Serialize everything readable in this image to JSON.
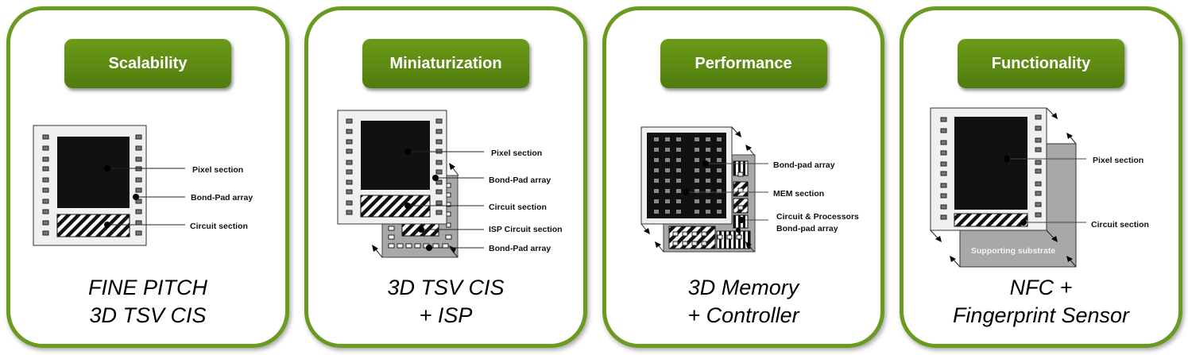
{
  "colors": {
    "border_green": "#6a9a1f",
    "tag_green_top": "#6c9a18",
    "tag_green_bottom": "#4f7d0e",
    "die_dark": "#111111",
    "substrate_gray": "#a8a8a8",
    "frame_light": "#f0f0f0"
  },
  "panels": [
    {
      "title": "Scalability",
      "caption": [
        "FINE PITCH",
        "3D TSV CIS"
      ],
      "labels": [
        "Pixel section",
        "Bond-Pad array",
        "Circuit section"
      ]
    },
    {
      "title": "Miniaturization",
      "caption": [
        "3D TSV CIS",
        "+ ISP"
      ],
      "labels": [
        "Pixel section",
        "Bond-Pad array",
        "Circuit section",
        "ISP Circuit section",
        "Bond-Pad array"
      ]
    },
    {
      "title": "Performance",
      "caption": [
        "3D Memory",
        "+ Controller"
      ],
      "labels": [
        "Bond-pad array",
        "MEM section",
        "Circuit & Processors",
        "Bond-pad array"
      ]
    },
    {
      "title": "Functionality",
      "caption": [
        "NFC +",
        "Fingerprint Sensor"
      ],
      "labels": [
        "Pixel section",
        "Circuit section",
        "Supporting substrate"
      ]
    }
  ]
}
